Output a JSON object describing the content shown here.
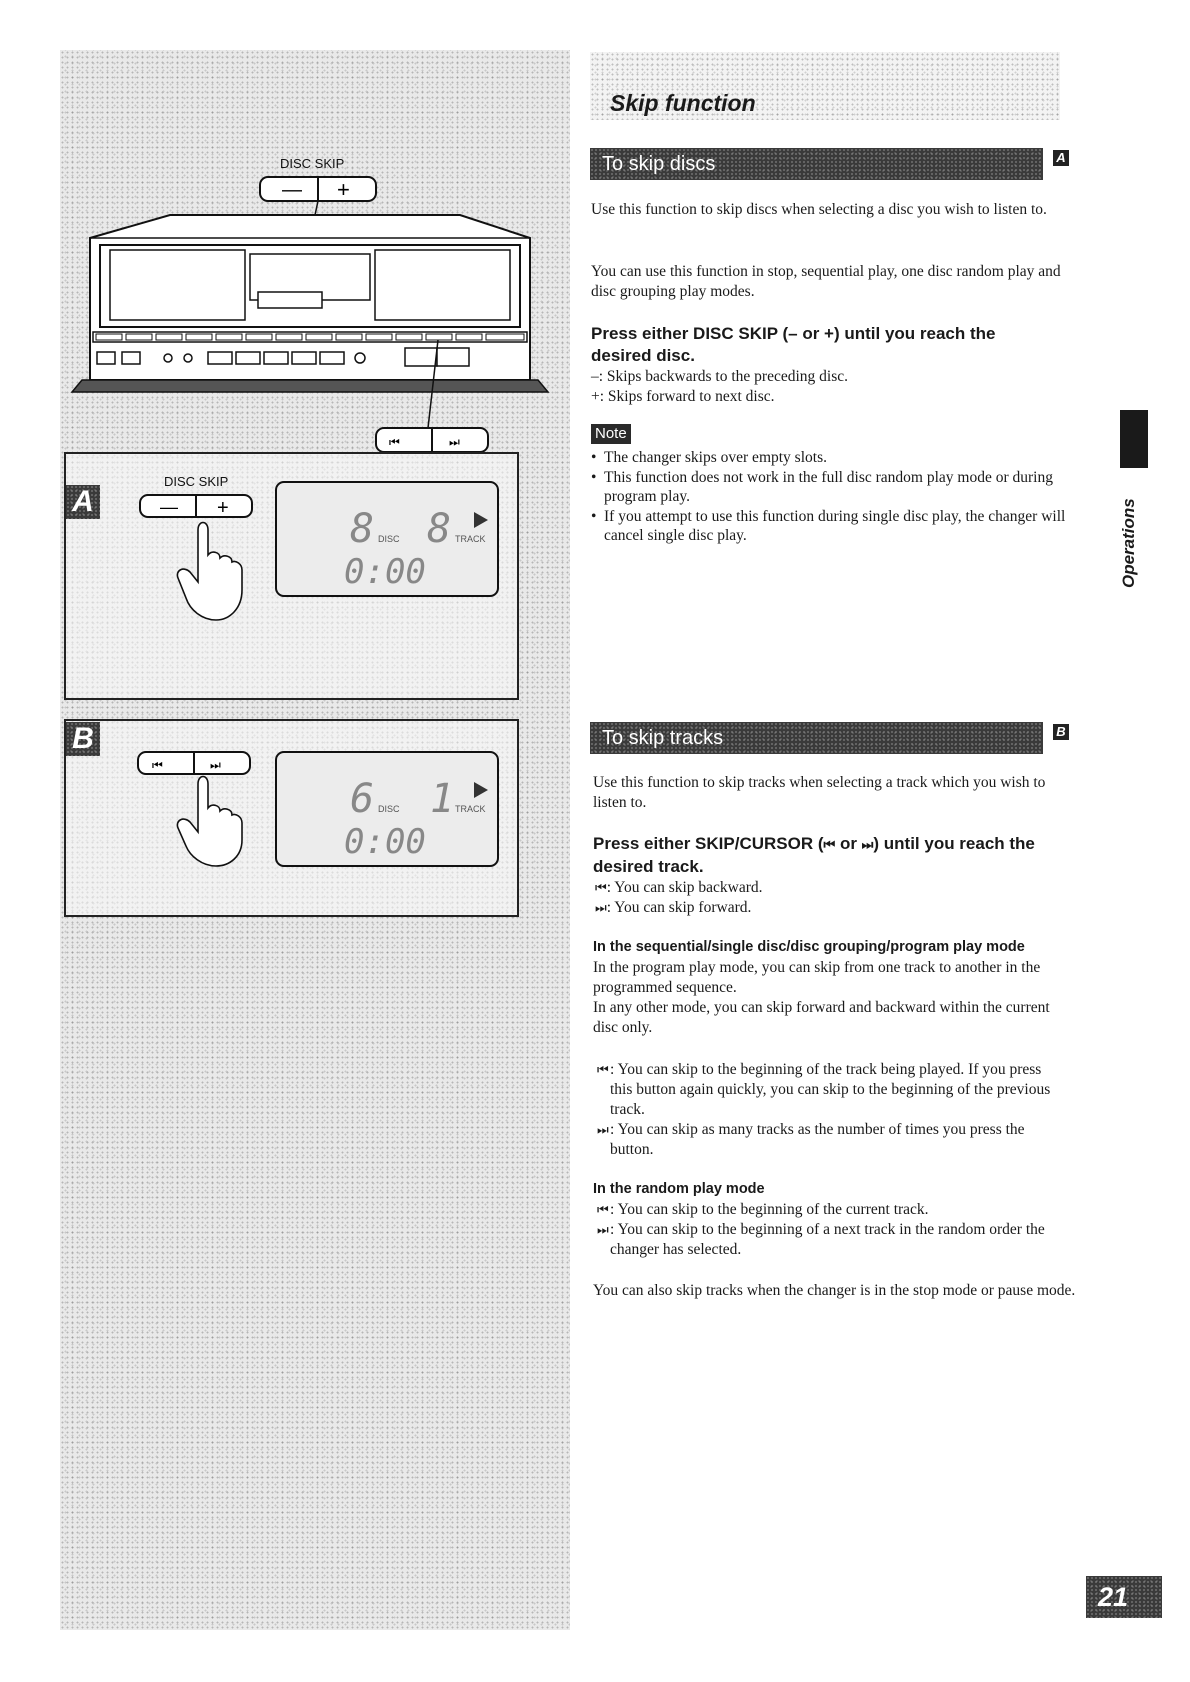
{
  "figure": {
    "device_label": "DISC SKIP",
    "minus": "—",
    "plus": "+",
    "skip_back_symbol": "⏮",
    "skip_fwd_symbol": "⏭",
    "panel_a": {
      "tag": "A",
      "label": "DISC SKIP",
      "display": {
        "disc": "8",
        "track": "8",
        "time": "0:00",
        "disc_unit": "DISC",
        "track_unit": "TRACK"
      }
    },
    "panel_b": {
      "tag": "B",
      "display": {
        "disc": "6",
        "track": "1",
        "time": "0:00",
        "disc_unit": "DISC",
        "track_unit": "TRACK"
      }
    }
  },
  "page": {
    "title": "Skip function",
    "side_tab": "Operations",
    "page_number": "21"
  },
  "section_a": {
    "bar_title": "To skip discs",
    "tag": "A",
    "intro": "Use this function to skip discs when selecting a disc you wish to listen to.",
    "modes": "You can use this function in stop, sequential play, one disc random play and disc grouping play modes.",
    "instruction": "Press either DISC SKIP (– or +) until you reach the desired disc.",
    "minus_text": "–: Skips backwards to the preceding disc.",
    "plus_text": "+: Skips forward to next disc.",
    "note_label": "Note",
    "notes": [
      "The changer skips over empty slots.",
      "This function does not work in the full disc random play mode or during program play.",
      "If you attempt to use this function during single disc play, the changer will cancel single disc play."
    ]
  },
  "section_b": {
    "bar_title": "To skip tracks",
    "tag": "B",
    "intro": "Use this function to skip tracks when selecting a track which you wish to listen to.",
    "instruction_pre": "Press either SKIP/CURSOR (",
    "instruction_or": " or ",
    "instruction_post": ") until you reach the desired track.",
    "back_symbol": "⏮",
    "fwd_symbol": "⏭",
    "back_text": ": You can skip backward.",
    "fwd_text": ": You can skip forward.",
    "seq_heading": "In the sequential/single disc/disc grouping/program play mode",
    "seq_text_1": "In the program play mode, you can skip from one track to another in the programmed sequence.",
    "seq_text_2": "In any other mode, you can skip forward and backward within the current disc only.",
    "seq_back": ": You can skip to the beginning of the track being played. If you press this button again quickly, you can skip to the beginning of the previous track.",
    "seq_fwd": ": You can skip as many tracks as the number of times you press the button.",
    "random_heading": "In the random play mode",
    "random_back": ": You can skip to the beginning of the current track.",
    "random_fwd": ": You can skip to the beginning of a next track in the random order the changer has selected.",
    "closing": "You can also skip tracks when the changer is in the stop mode or pause mode."
  }
}
